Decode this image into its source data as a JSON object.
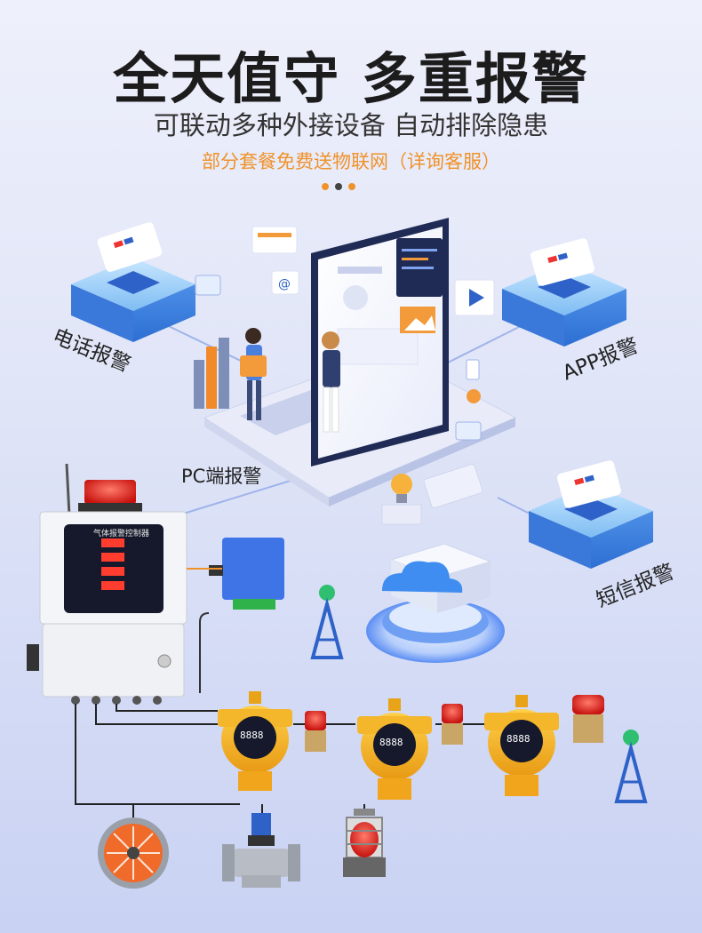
{
  "header": {
    "title": "全天值守 多重报警",
    "subtitle": "可联动多种外接设备 自动排除隐患",
    "promo": "部分套餐免费送物联网（详询客服）"
  },
  "alarm_channels": {
    "phone": "电话报警",
    "app": "APP报警",
    "pc": "PC端报警",
    "sms": "短信报警"
  },
  "controller": {
    "panel_title": "气体报警控制器"
  },
  "detectors": [
    {
      "display": "8888"
    },
    {
      "display": "8888"
    },
    {
      "display": "8888"
    }
  ],
  "colors": {
    "accent_orange": "#f0922b",
    "dot_dark": "#444444",
    "device_blue": "#3f74e6",
    "detector_yellow": "#f2b31f",
    "alarm_red": "#e0201c"
  }
}
